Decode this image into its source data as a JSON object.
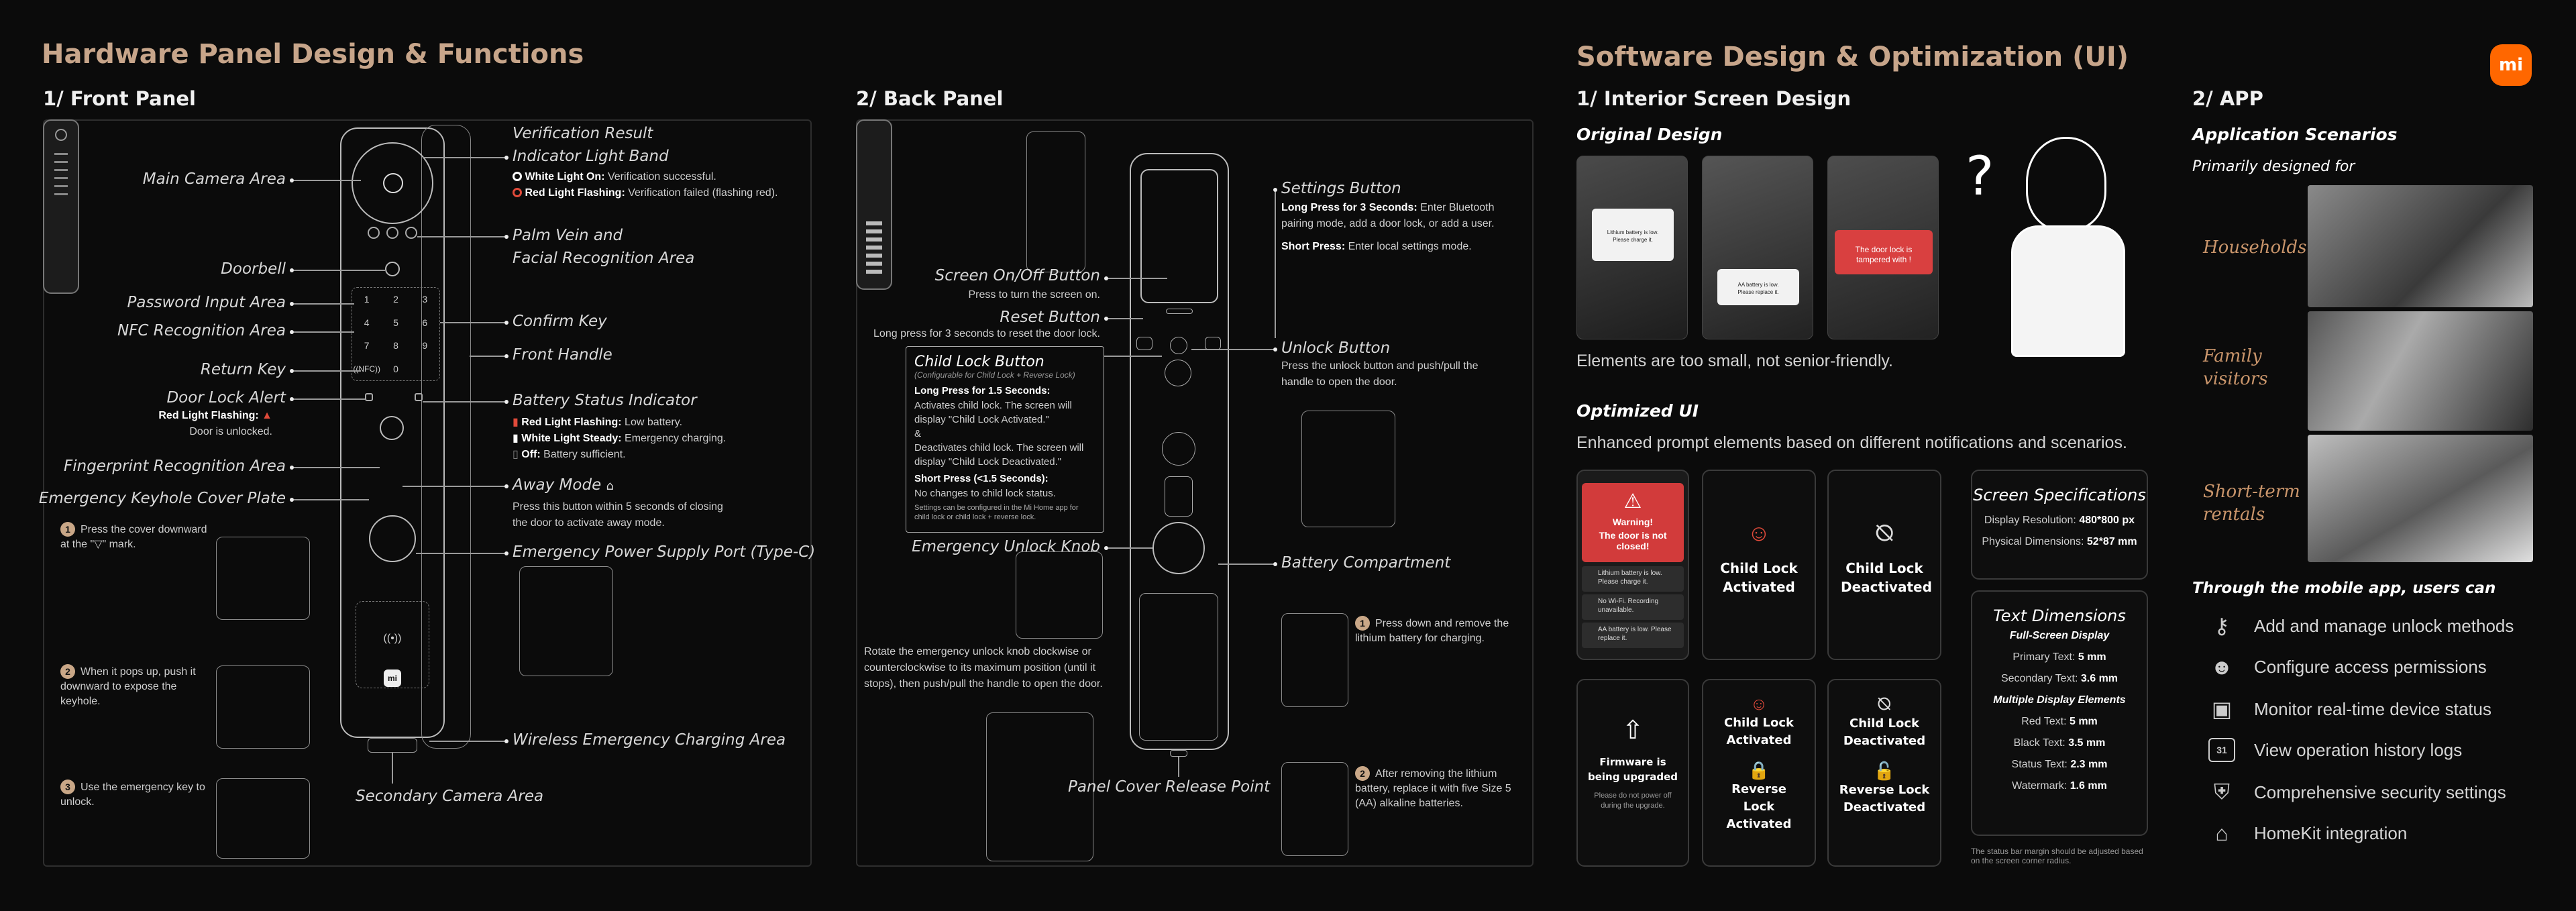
{
  "hardware": {
    "title": "Hardware Panel Design & Functions",
    "front": {
      "heading": "1/ Front Panel",
      "main_camera": "Main Camera Area",
      "doorbell": "Doorbell",
      "password": "Password Input Area",
      "nfc": "NFC Recognition Area",
      "return_key": "Return Key",
      "door_alert": "Door Lock Alert",
      "door_alert_desc_1": "Red Light Flashing:",
      "door_alert_desc_2": "Door is unlocked.",
      "fingerprint": "Fingerprint Recognition Area",
      "keyhole": "Emergency Keyhole Cover Plate",
      "step1": "Press the cover downward at the \"▽\" mark.",
      "step2": "When it pops up, push it downward to expose the keyhole.",
      "step3": "Use the emergency key to unlock.",
      "verify_title_1": "Verification Result",
      "verify_title_2": "Indicator Light Band",
      "verify_white_b": "White Light On:",
      "verify_white": "Verification successful.",
      "verify_red_b": "Red Light Flashing:",
      "verify_red": "Verification failed (flashing red).",
      "palm_1": "Palm Vein and",
      "palm_2": "Facial Recognition Area",
      "confirm": "Confirm Key",
      "handle": "Front Handle",
      "battery_title": "Battery Status Indicator",
      "battery_red_b": "Red Light Flashing:",
      "battery_red": "Low battery.",
      "battery_white_b": "White Light Steady:",
      "battery_white": "Emergency charging.",
      "battery_off_b": "Off:",
      "battery_off": "Battery sufficient.",
      "away_title": "Away Mode",
      "away_desc": "Press this button within 5 seconds of closing the door to activate away mode.",
      "usb": "Emergency Power Supply Port (Type-C)",
      "wireless": "Wireless Emergency Charging Area",
      "secondary_cam": "Secondary Camera Area",
      "keypad": [
        "1",
        "2",
        "3",
        "4",
        "5",
        "6",
        "7",
        "8",
        "9",
        "((NFC))",
        "0",
        ""
      ],
      "nfc_chip": "((•))",
      "mi": "mi"
    },
    "back": {
      "heading": "2/ Back Panel",
      "screen_onoff": "Screen On/Off Button",
      "screen_onoff_desc": "Press to turn the screen on.",
      "reset": "Reset Button",
      "reset_desc": "Long press for 3 seconds to reset the door lock.",
      "child_title": "Child Lock Button",
      "child_sub": "(Configurable for Child Lock + Reverse Lock)",
      "child_long": "Long Press for 1.5 Seconds:",
      "child_long_d1": "Activates child lock. The screen will display \"Child Lock Activated.\"",
      "child_amp": "&",
      "child_long_d2": "Deactivates child lock. The screen will display \"Child Lock Deactivated.\"",
      "child_short": "Short Press (<1.5 Seconds):",
      "child_short_d": "No changes to child lock status.",
      "child_note": "Settings can be configured in the Mi Home app for child lock or child lock + reverse lock.",
      "knob": "Emergency Unlock Knob",
      "knob_desc": "Rotate the emergency unlock knob clockwise or counterclockwise to its maximum position (until it stops), then push/pull the handle to open the door.",
      "settings": "Settings Button",
      "settings_long_b": "Long Press for 3 Seconds:",
      "settings_long": "Enter Bluetooth pairing mode, add a door lock, or add a user.",
      "settings_short_b": "Short Press:",
      "settings_short": "Enter local settings mode.",
      "unlock": "Unlock Button",
      "unlock_desc": "Press the unlock button and push/pull the handle to open the door.",
      "battery": "Battery Compartment",
      "battery_step1": "Press down and remove the lithium battery for charging.",
      "battery_step2": "After removing the lithium battery, replace it with five Size 5 (AA) alkaline batteries.",
      "cover": "Panel Cover Release Point"
    }
  },
  "software": {
    "title": "Software Design & Optimization (UI)",
    "logo": "mi",
    "interior": {
      "heading": "1/ Interior Screen Design",
      "original": "Original Design",
      "orig_screens": [
        {
          "l1": "Lithium battery is low.",
          "l2": "Please charge it."
        },
        {
          "l1": "AA battery is low.",
          "l2": "Please replace it."
        },
        {
          "l1": "The door lock is",
          "l2": "tampered with !"
        }
      ],
      "orig_note": "Elements are too small, not senior-friendly.",
      "optimized": "Optimized UI",
      "opt_note": "Enhanced prompt elements based on different notifications and scenarios.",
      "warn_title": "Warning!",
      "warn_msg": "The door is not closed!",
      "warn_list": [
        "Lithium battery is low. Please charge it.",
        "No Wi-Fi. Recording unavailable.",
        "AA battery is low. Please replace it."
      ],
      "card_child_on": "Child Lock Activated",
      "card_child_off": "Child Lock Deactivated",
      "card_firmware": "Firmware is being upgraded",
      "card_firmware_sub": "Please do not power off during the upgrade.",
      "card_child_on2": "Child Lock Activated",
      "card_reverse_on": "Reverse Lock Activated",
      "card_child_off2": "Child Lock Deactivated",
      "card_reverse_off": "Reverse Lock Deactivated"
    },
    "specs": {
      "title": "Screen Specifications",
      "res_k": "Display Resolution:",
      "res_v": "480*800 px",
      "dim_k": "Physical Dimensions:",
      "dim_v": "52*87 mm"
    },
    "text_dims": {
      "title": "Text Dimensions",
      "full": "Full-Screen Display",
      "primary_k": "Primary Text:",
      "primary_v": "5 mm",
      "secondary_k": "Secondary Text:",
      "secondary_v": "3.6 mm",
      "multi": "Multiple Display Elements",
      "red_k": "Red Text:",
      "red_v": "5 mm",
      "black_k": "Black Text:",
      "black_v": "3.5 mm",
      "status_k": "Status Text:",
      "status_v": "2.3 mm",
      "water_k": "Watermark:",
      "water_v": "1.6 mm",
      "footnote": "The status bar margin should be adjusted based on the screen corner radius."
    },
    "app": {
      "heading": "2/ APP",
      "scenarios": "Application Scenarios",
      "primarily": "Primarily designed for",
      "households": "Households",
      "family_1": "Family",
      "family_2": "visitors",
      "short_1": "Short-term",
      "short_2": "rentals",
      "through": "Through the mobile app, users can",
      "features": [
        {
          "icon": "key-icon",
          "label": "Add and manage unlock methods"
        },
        {
          "icon": "user-access-icon",
          "label": "Configure access permissions"
        },
        {
          "icon": "monitor-icon",
          "label": "Monitor real-time device status"
        },
        {
          "icon": "calendar-icon",
          "label": "View operation history logs"
        },
        {
          "icon": "shield-icon",
          "label": "Comprehensive security settings"
        },
        {
          "icon": "home-icon",
          "label": "HomeKit integration"
        }
      ],
      "calendar_num": "31"
    }
  }
}
